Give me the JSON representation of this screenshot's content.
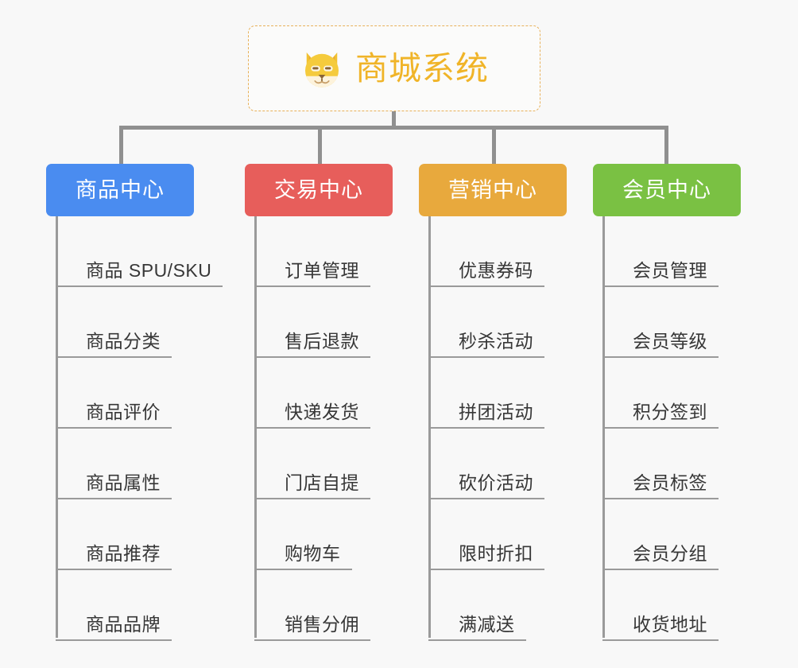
{
  "root": {
    "title": "商城系统",
    "icon": "shiba-dog-face-emoji",
    "border_color": "#e8b15a",
    "text_color": "#f0b428"
  },
  "colors": {
    "background": "#f8f8f8",
    "connector": "#909090",
    "leaf_line": "#9a9a9a",
    "leaf_text": "#373737"
  },
  "categories": [
    {
      "label": "商品中心",
      "color": "#4a8cf0",
      "items": [
        "商品 SPU/SKU",
        "商品分类",
        "商品评价",
        "商品属性",
        "商品推荐",
        "商品品牌"
      ]
    },
    {
      "label": "交易中心",
      "color": "#e75e5b",
      "items": [
        "订单管理",
        "售后退款",
        "快递发货",
        "门店自提",
        "购物车",
        "销售分佣"
      ]
    },
    {
      "label": "营销中心",
      "color": "#e8a93d",
      "items": [
        "优惠券码",
        "秒杀活动",
        "拼团活动",
        "砍价活动",
        "限时折扣",
        "满减送"
      ]
    },
    {
      "label": "会员中心",
      "color": "#7ac143",
      "items": [
        "会员管理",
        "会员等级",
        "积分签到",
        "会员标签",
        "会员分组",
        "收货地址"
      ]
    }
  ]
}
